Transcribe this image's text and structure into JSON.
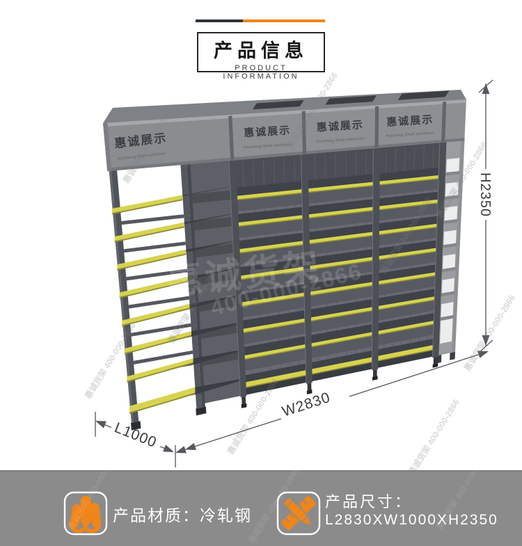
{
  "header": {
    "title": "产品信息",
    "subtitle": "PRODUCT INFORMATION"
  },
  "divider": {
    "dark_color": "#2e323a",
    "accent_color": "#f08519"
  },
  "figure": {
    "brand_panel_text": "惠诚展示",
    "brand_panel_subtext": "Huicheng Shelf exhibition",
    "panel_count": 4,
    "dimensions": {
      "height_label": "H2350",
      "width_label": "W2830",
      "depth_label": "L1000"
    },
    "watermark": {
      "brand": "惠诚货架",
      "phone": "400-000-2866"
    },
    "colors": {
      "header_gray": "#8d8f93",
      "column_dark": "#4c4f55",
      "shelf_surface": "#3f4248",
      "bay_back": "#686b72",
      "strip_yellow": "#d7d34f",
      "end_frame_light": "#9a9ca0",
      "dim_line": "#55555a"
    }
  },
  "footer": {
    "bg": "#8b8b8b",
    "material": {
      "label": "产品材质：",
      "value": "冷轧钢",
      "icon": "steel-pipes-icon"
    },
    "size": {
      "label": "产品尺寸：",
      "value": "L2830XW1000XH2350",
      "icon": "ruler-pencil-icon"
    },
    "icon_color": "#f08519"
  }
}
